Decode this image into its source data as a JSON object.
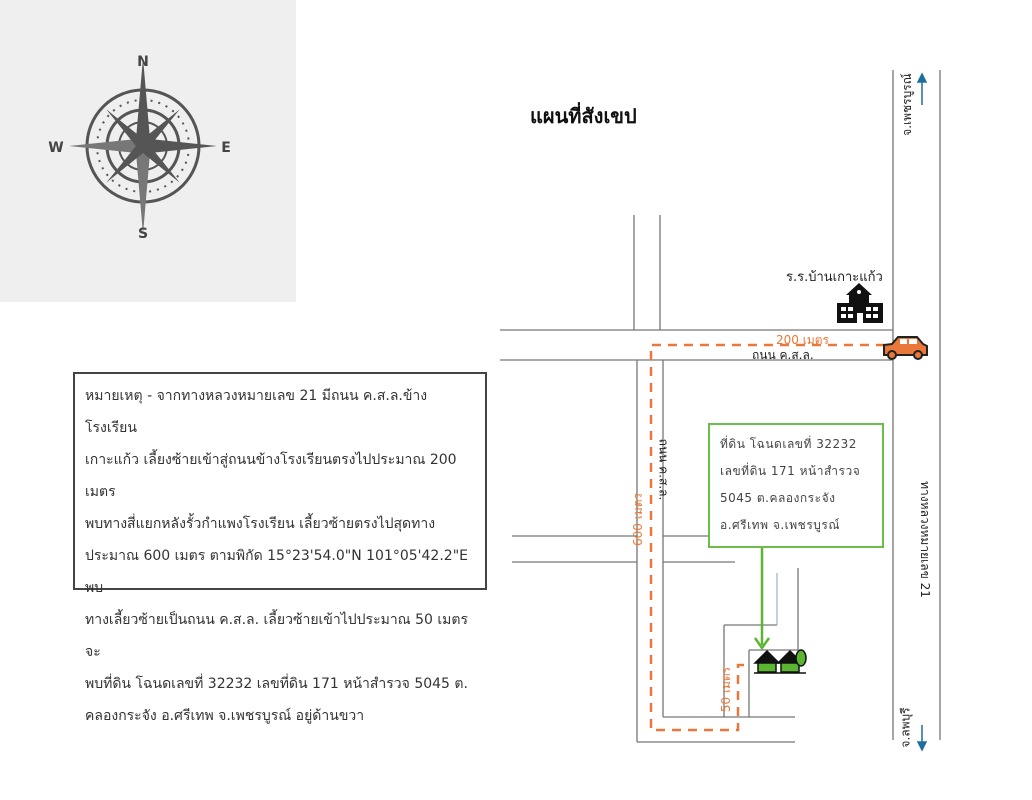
{
  "title": "แผนที่สังเขป",
  "compass": {
    "n": "N",
    "s": "S",
    "e": "E",
    "w": "W"
  },
  "note": {
    "lines": [
      "หมายเหตุ - จากทางหลวงหมายเลข 21 มีถนน ค.ส.ล.ข้างโรงเรียน",
      "เกาะแก้ว เลี้ยงซ้ายเข้าสู่ถนนข้างโรงเรียนตรงไปประมาณ 200 เมตร",
      "พบทางสี่แยกหลังรั้วกำแพงโรงเรียน เลี้ยวซ้ายตรงไปสุดทาง",
      "ประมาณ 600 เมตร ตามพิกัด 15°23'54.0\"N 101°05'42.2\"E พบ",
      "ทางเลี้ยวซ้ายเป็นถนน ค.ส.ล. เลี้ยวซ้ายเข้าไปประมาณ 50 เมตร จะ",
      "พบที่ดิน  โฉนดเลขที่ 32232 เลขที่ดิน 171 หน้าสำรวจ 5045 ต.",
      "คลองกระจัง อ.ศรีเทพ จ.เพชรบูรณ์ อยู่ด้านขวา"
    ]
  },
  "land_box": {
    "lines": [
      "ที่ดิน โฉนดเลขที่ 32232",
      "เลขที่ดิน 171 หน้าสำรวจ",
      "5045 ต.คลองกระจัง",
      "อ.ศรีเทพ จ.เพชรบูรณ์"
    ]
  },
  "map": {
    "school": "ร.ร.บ้านเกาะแก้ว",
    "road_h": "ถนน ค.ส.ล.",
    "road_v": "ถนน ค.ส.ล.",
    "dist_200": "200 เมตร",
    "dist_600": "600 เมตร",
    "dist_50": "50 เมตร",
    "highway": "ทางหลวงหมายเลข 21",
    "to_north": "จ.เพชรบูรณ์",
    "to_south": "จ.ลพบุรี"
  },
  "colors": {
    "route": "#e9783a",
    "land": "#6abf4b",
    "arrow": "#1f6f9a",
    "road": "#777777"
  }
}
